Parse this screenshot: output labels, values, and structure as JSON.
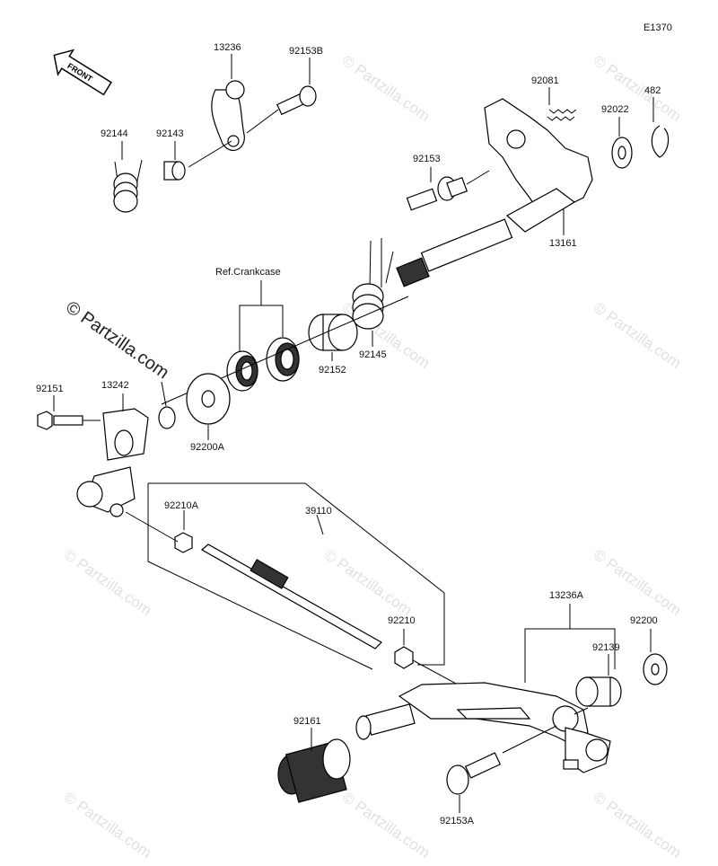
{
  "diagram_code": "E1370",
  "front_label": "FRONT",
  "reference_label": "Ref.Crankcase",
  "watermark_text": "© Partzilla.com",
  "part_numbers": {
    "p13236": "13236",
    "p92153B": "92153B",
    "p92144": "92144",
    "p92143": "92143",
    "p92081": "92081",
    "p482": "482",
    "p92022": "92022",
    "p92153": "92153",
    "p13161": "13161",
    "p92145": "92145",
    "p92152": "92152",
    "p92151": "92151",
    "p13242": "13242",
    "p92200A": "92200A",
    "p92210A": "92210A",
    "p39110": "39110",
    "p92210": "92210",
    "p13236A": "13236A",
    "p92200": "92200",
    "p92139": "92139",
    "p92161": "92161",
    "p92153A": "92153A"
  },
  "colors": {
    "line": "#000000",
    "watermark": "#e1e1e1"
  }
}
